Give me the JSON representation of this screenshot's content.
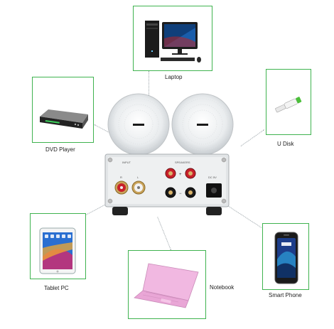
{
  "devices": {
    "laptop": {
      "label": "Laptop"
    },
    "dvd_player": {
      "label": "DVD Player"
    },
    "u_disk": {
      "label": "U Disk"
    },
    "tablet_pc": {
      "label": "Tablet PC"
    },
    "notebook": {
      "label": "Notebook"
    },
    "smart_phone": {
      "label": "Smart Phone"
    }
  },
  "amplifier": {
    "input_label": "INPUT",
    "input_r": "R",
    "input_l": "L",
    "speakers_label": "SPEAKERS",
    "dc_label": "DC 5V"
  },
  "colors": {
    "frame_green": "#3fb34f",
    "accent_red": "#c8202a"
  }
}
